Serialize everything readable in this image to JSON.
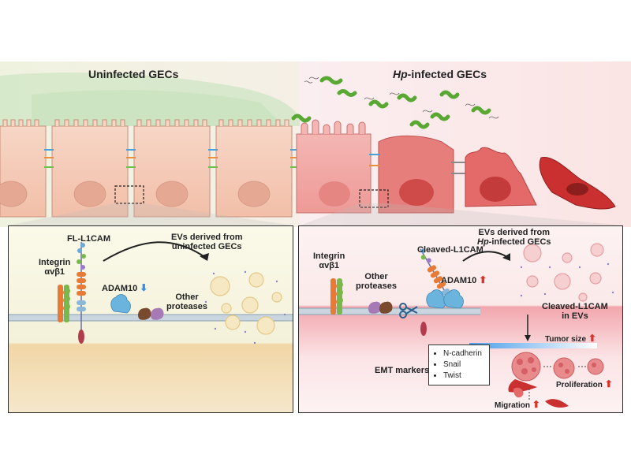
{
  "top": {
    "uninfected_title": "Uninfected GECs",
    "infected_title_italic": "Hp",
    "infected_title_rest": "-infected GECs"
  },
  "left_panel": {
    "fl_l1cam": "FL-L1CAM",
    "integrin_line1": "Integrin",
    "integrin_line2": "αvβ1",
    "adam10": "ADAM10",
    "adam10_arrow": "down",
    "other_proteases_line1": "Other",
    "other_proteases_line2": "proteases",
    "evs_line1": "EVs derived from",
    "evs_line2": "uninfected GECs"
  },
  "right_panel": {
    "cleaved_l1cam": "Cleaved-L1CAM",
    "integrin_line1": "Integrin",
    "integrin_line2": "αvβ1",
    "other_proteases_line1": "Other",
    "other_proteases_line2": "proteases",
    "adam10": "ADAM10",
    "adam10_arrow": "up",
    "evs_line1": "EVs derived from",
    "evs_line2_italic": "Hp",
    "evs_line2_rest": "-infected GECs",
    "cleaved_in_evs_line1": "Cleaved-L1CAM",
    "cleaved_in_evs_line2": "in EVs",
    "tumor_size": "Tumor size",
    "proliferation": "Proliferation",
    "migration": "Migration",
    "emt_markers": "EMT markers",
    "emt_list": [
      "N-cadherin",
      "Snail",
      "Twist"
    ]
  },
  "colors": {
    "cell_uninfected": "#f4c7b3",
    "cell_infected": "#ee9a97",
    "cell_dark": "#d9504e",
    "bacteria": "#4f9a2e",
    "up_arrow": "#d8322a",
    "down_arrow": "#3a8fe0",
    "adam10_protein": "#6ab4de"
  }
}
